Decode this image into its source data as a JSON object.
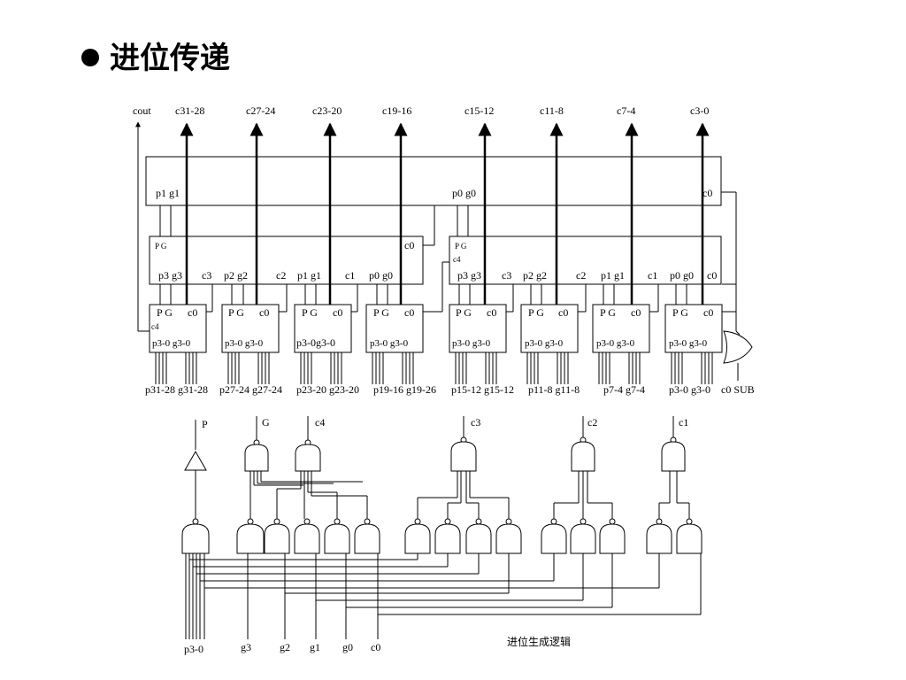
{
  "title": {
    "bullet": "●",
    "text": "进位传递"
  },
  "top_outputs": [
    "cout",
    "c31-28",
    "c27-24",
    "c23-20",
    "c19-16",
    "c15-12",
    "c11-8",
    "c7-4",
    "c3-0"
  ],
  "level2_block": {
    "left_label": "p1 g1",
    "mid_label": "p0 g0",
    "right_label": "c0"
  },
  "level1_blocks": [
    {
      "top_label": "P G",
      "corner_label": "c0",
      "pins": [
        "p3 g3",
        "c3",
        "p2 g2",
        "c2",
        "p1 g1",
        "c1",
        "p0 g0"
      ]
    },
    {
      "top_label": "P G",
      "sub_label": "c4",
      "pins": [
        "p3 g3",
        "c3",
        "p2 g2",
        "c2",
        "p1 g1",
        "c1",
        "p0 g0",
        "c0"
      ]
    }
  ],
  "small_blocks": [
    {
      "top": "P G",
      "cin": "c0",
      "bottom": "p3-0  g3-0",
      "input_label": "p31-28  g31-28",
      "extra": "c4"
    },
    {
      "top": "P G",
      "cin": "c0",
      "bottom": "p3-0  g3-0",
      "input_label": "p27-24  g27-24"
    },
    {
      "top": "P G",
      "cin": "c0",
      "bottom": "p3-0g3-0",
      "input_label": "p23-20  g23-20"
    },
    {
      "top": "P G",
      "cin": "c0",
      "bottom": "p3-0  g3-0",
      "input_label": "p19-16  g19-26"
    },
    {
      "top": "P G",
      "cin": "c0",
      "bottom": "p3-0  g3-0",
      "input_label": "p15-12  g15-12"
    },
    {
      "top": "P G",
      "cin": "c0",
      "bottom": "p3-0  g3-0",
      "input_label": "p11-8   g11-8"
    },
    {
      "top": "P G",
      "cin": "c0",
      "bottom": "p3-0  g3-0",
      "input_label": "p7-4  g7-4"
    },
    {
      "top": "P G",
      "cin": "c0",
      "bottom": "p3-0  g3-0",
      "input_label": "p3-0  g3-0"
    }
  ],
  "or_gate_label": "c0 SUB",
  "logic": {
    "outputs": [
      "P",
      "G",
      "c4",
      "c3",
      "c2",
      "c1"
    ],
    "inputs": [
      "p3-0",
      "g3",
      "g2",
      "g1",
      "g0",
      "c0"
    ],
    "caption": "进位生成逻辑"
  }
}
